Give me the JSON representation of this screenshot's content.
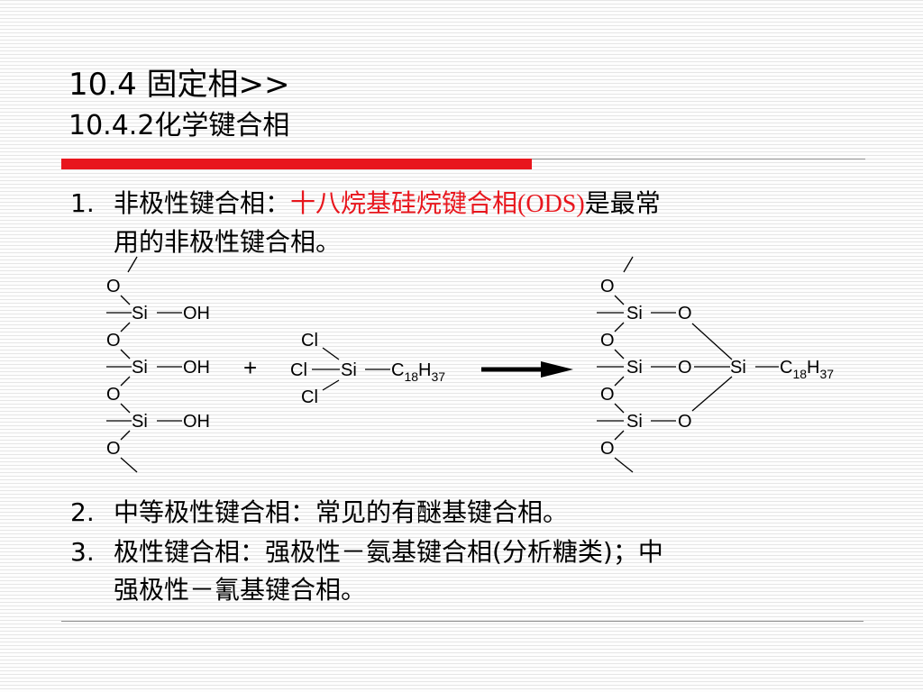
{
  "title": {
    "main": "10.4 固定相>>",
    "sub": "10.4.2化学键合相"
  },
  "items": [
    {
      "num": "1.",
      "text_before": "非极性键合相：",
      "highlight_cn": "十八烷基硅烷键合相",
      "highlight_abbr": "(ODS)",
      "text_after": "是最常",
      "line2": "用的非极性键合相。"
    },
    {
      "num": "2.",
      "text": "中等极性键合相：常见的有醚基键合相。"
    },
    {
      "num": "3.",
      "text": "极性键合相：强极性－氨基键合相(分析糖类)；中",
      "line2": "强极性－氰基键合相。"
    }
  ],
  "reaction": {
    "O": "O",
    "Si": "Si",
    "OH": "OH",
    "Cl": "Cl",
    "plus": "+",
    "C": "C",
    "C_sub": "18",
    "H": "H",
    "H_sub": "37"
  },
  "colors": {
    "accent": "#e8161d",
    "rule": "#8e8e8e"
  }
}
